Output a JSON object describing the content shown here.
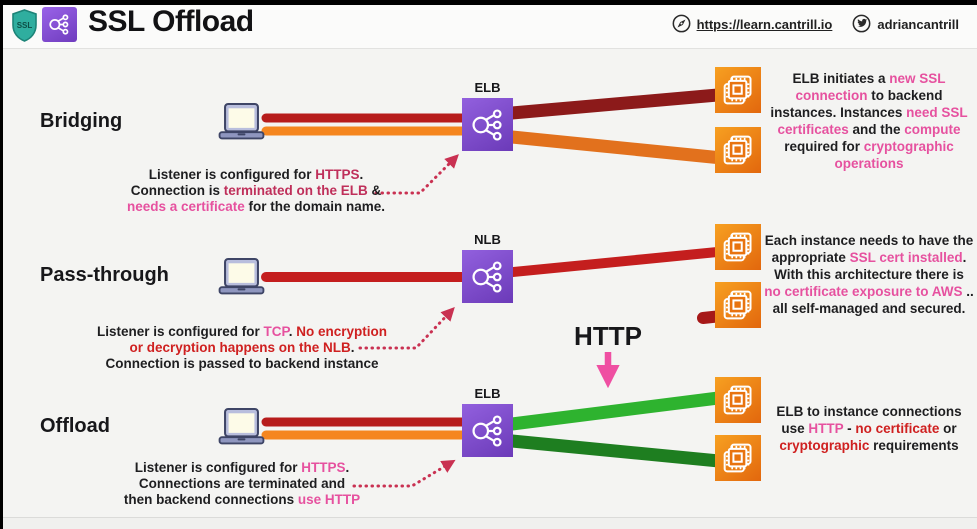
{
  "header": {
    "title": "SSL Offload",
    "site_link": "https://learn.cantrill.io",
    "twitter_handle": "adriancantrill"
  },
  "colors": {
    "background": "#f4f4f2",
    "header_bg": "#fbfbfa",
    "lb_purple": "#7b46cc",
    "instance_orange": "#ec7211",
    "line_red": "#b71c1c",
    "line_dark_red": "#8c1a1a",
    "line_orange": "#f5861f",
    "line_orange_dark": "#e2711d",
    "line_bright_red": "#c41e1e",
    "line_green_light": "#2eb32f",
    "line_green_dark": "#1e7e20",
    "dotted_arrow": "#c93152",
    "http_arrow_pink": "#ef4fa2",
    "text_crimson": "#bf2f5a",
    "text_pink": "#e6519f",
    "text_red": "#cf2020"
  },
  "icons": {
    "shield": "ssl-shield-icon",
    "load_balancer": "elb-network-icon",
    "instance": "ec2-instance-icon",
    "client": "laptop-icon",
    "site": "compass-icon",
    "twitter": "twitter-bird-icon"
  },
  "http_label": "HTTP",
  "rows": [
    {
      "label": "Bridging",
      "lb_label": "ELB",
      "note_lines": [
        [
          {
            "t": "Listener is configured for ",
            "c": "k"
          },
          {
            "t": "HTTPS",
            "c": "crimson"
          },
          {
            "t": ".",
            "c": "k"
          }
        ],
        [
          {
            "t": "Connection is ",
            "c": "k"
          },
          {
            "t": "terminated on the ELB",
            "c": "crimson"
          },
          {
            "t": " &",
            "c": "k"
          }
        ],
        [
          {
            "t": "needs a certificate",
            "c": "pink"
          },
          {
            "t": " for the domain name.",
            "c": "k"
          }
        ]
      ],
      "right_lines": [
        [
          {
            "t": "ELB initiates a ",
            "c": "k"
          },
          {
            "t": "new SSL",
            "c": "pink"
          }
        ],
        [
          {
            "t": "connection",
            "c": "pink"
          },
          {
            "t": " to backend",
            "c": "k"
          }
        ],
        [
          {
            "t": "instances. Instances ",
            "c": "k"
          },
          {
            "t": "need SSL",
            "c": "pink"
          }
        ],
        [
          {
            "t": "certificates",
            "c": "pink"
          },
          {
            "t": " and the ",
            "c": "k"
          },
          {
            "t": "compute",
            "c": "pink"
          }
        ],
        [
          {
            "t": "required for ",
            "c": "k"
          },
          {
            "t": "cryptographic",
            "c": "pink"
          }
        ],
        [
          {
            "t": "operations",
            "c": "pink"
          }
        ]
      ]
    },
    {
      "label": "Pass-through",
      "lb_label": "NLB",
      "note_lines": [
        [
          {
            "t": "Listener is configured for ",
            "c": "k"
          },
          {
            "t": "TCP",
            "c": "pink"
          },
          {
            "t": ". ",
            "c": "k"
          },
          {
            "t": "No encryption",
            "c": "red"
          }
        ],
        [
          {
            "t": "or decryption happens on the NLB",
            "c": "red"
          },
          {
            "t": ".",
            "c": "k"
          }
        ],
        [
          {
            "t": "Connection is passed to backend instance",
            "c": "k"
          }
        ]
      ],
      "right_lines": [
        [
          {
            "t": "Each instance needs to have the",
            "c": "k"
          }
        ],
        [
          {
            "t": "appropriate ",
            "c": "k"
          },
          {
            "t": "SSL cert installed",
            "c": "pink"
          },
          {
            "t": ".",
            "c": "k"
          }
        ],
        [
          {
            "t": "With this architecture there is",
            "c": "k"
          }
        ],
        [
          {
            "t": "no certificate exposure to AWS",
            "c": "pink"
          },
          {
            "t": " ..",
            "c": "k"
          }
        ],
        [
          {
            "t": "all self-managed and secured.",
            "c": "k"
          }
        ]
      ]
    },
    {
      "label": "Offload",
      "lb_label": "ELB",
      "note_lines": [
        [
          {
            "t": "Listener is configured for ",
            "c": "k"
          },
          {
            "t": "HTTPS",
            "c": "pink"
          },
          {
            "t": ".",
            "c": "k"
          }
        ],
        [
          {
            "t": "Connections are terminated and",
            "c": "k"
          }
        ],
        [
          {
            "t": "then backend connections ",
            "c": "k"
          },
          {
            "t": "use HTTP",
            "c": "pink"
          }
        ]
      ],
      "right_lines": [
        [
          {
            "t": "ELB to instance connections",
            "c": "k"
          }
        ],
        [
          {
            "t": "use ",
            "c": "k"
          },
          {
            "t": "HTTP",
            "c": "pink"
          },
          {
            "t": " - ",
            "c": "k"
          },
          {
            "t": "no certificate",
            "c": "red"
          },
          {
            "t": " or",
            "c": "k"
          }
        ],
        [
          {
            "t": "cryptographic",
            "c": "red"
          },
          {
            "t": " requirements",
            "c": "k"
          }
        ]
      ]
    }
  ]
}
